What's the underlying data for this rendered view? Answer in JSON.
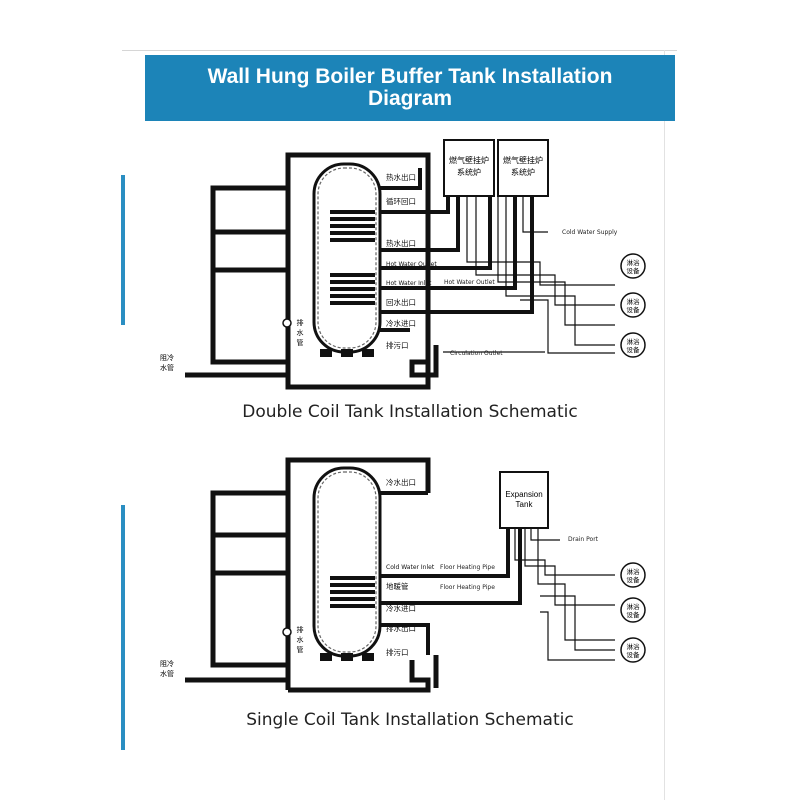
{
  "header": {
    "title": "Wall Hung Boiler Buffer Tank Installation Diagram"
  },
  "diagram1": {
    "caption": "Double Coil Tank Installation Schematic",
    "boiler_label_line1": "燃气壁挂炉",
    "boiler_label_line2": "系统炉",
    "tank_labels": [
      "热水出口",
      "循环回口",
      "热水出口",
      "Hot Water Outlet",
      "Hot Water Inlet",
      "回水出口",
      "冷水进口",
      "排污口"
    ],
    "pipe_labels": [
      "Cold Water Supply",
      "Hot Water Outlet",
      "Circulation Outlet"
    ],
    "drain_label": [
      "排",
      "水",
      "管"
    ],
    "cold_water_label": [
      "阻冷",
      "水管"
    ],
    "fixture_label": [
      "淋浴",
      "设备"
    ]
  },
  "diagram2": {
    "caption": "Single Coil Tank Installation Schematic",
    "expansion_label_line1": "Expansion",
    "expansion_label_line2": "Tank",
    "tank_labels": [
      "冷水出口",
      "Cold Water Inlet",
      "地暖管",
      "冷水进口",
      "排水出口",
      "排污口"
    ],
    "pipe_labels": [
      "Drain Port",
      "Floor Heating Pipe",
      "Floor Heating Pipe"
    ],
    "drain_label": [
      "排",
      "水",
      "管"
    ],
    "cold_water_label": [
      "阻冷",
      "水管"
    ],
    "fixture_label": [
      "淋浴",
      "设备"
    ]
  },
  "colors": {
    "banner": "#1c84b8",
    "banner_text": "#ffffff",
    "line": "#111111",
    "side_accent": "#2a8ec2"
  }
}
